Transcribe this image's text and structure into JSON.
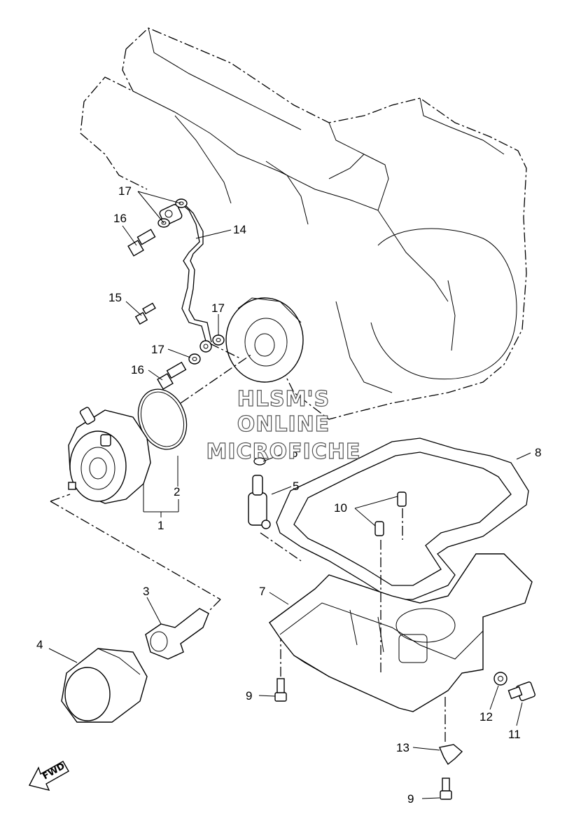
{
  "watermark": {
    "line1": "HLSM'S",
    "line2": "ONLINE",
    "line3": "MICROFICHE"
  },
  "direction_label": "FWD",
  "callouts": [
    {
      "id": "c1",
      "label": "1"
    },
    {
      "id": "c2",
      "label": "2"
    },
    {
      "id": "c3",
      "label": "3"
    },
    {
      "id": "c4",
      "label": "4"
    },
    {
      "id": "c5",
      "label": "5"
    },
    {
      "id": "c6",
      "label": "6"
    },
    {
      "id": "c7",
      "label": "7"
    },
    {
      "id": "c8",
      "label": "8"
    },
    {
      "id": "c9a",
      "label": "9"
    },
    {
      "id": "c9b",
      "label": "9"
    },
    {
      "id": "c10",
      "label": "10"
    },
    {
      "id": "c11",
      "label": "11"
    },
    {
      "id": "c12",
      "label": "12"
    },
    {
      "id": "c13",
      "label": "13"
    },
    {
      "id": "c14",
      "label": "14"
    },
    {
      "id": "c15",
      "label": "15"
    },
    {
      "id": "c16a",
      "label": "16"
    },
    {
      "id": "c16b",
      "label": "16"
    },
    {
      "id": "c17a",
      "label": "17"
    },
    {
      "id": "c17b",
      "label": "17"
    },
    {
      "id": "c17c",
      "label": "17"
    }
  ]
}
